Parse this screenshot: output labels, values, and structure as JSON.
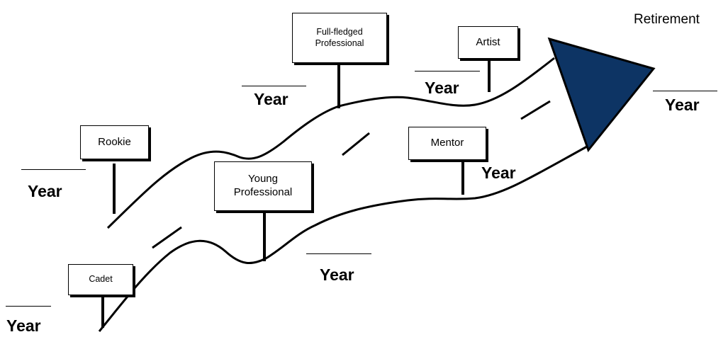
{
  "milestones": {
    "cadet": "Cadet",
    "rookie": "Rookie",
    "young_professional": "Young\nProfessional",
    "full_fledged_professional": "Full-fledged\nProfessional",
    "artist": "Artist",
    "mentor": "Mentor",
    "retirement": "Retirement"
  },
  "year_label": "Year",
  "colors": {
    "arrowhead": "#0d3464",
    "road_edge": "#000000"
  }
}
